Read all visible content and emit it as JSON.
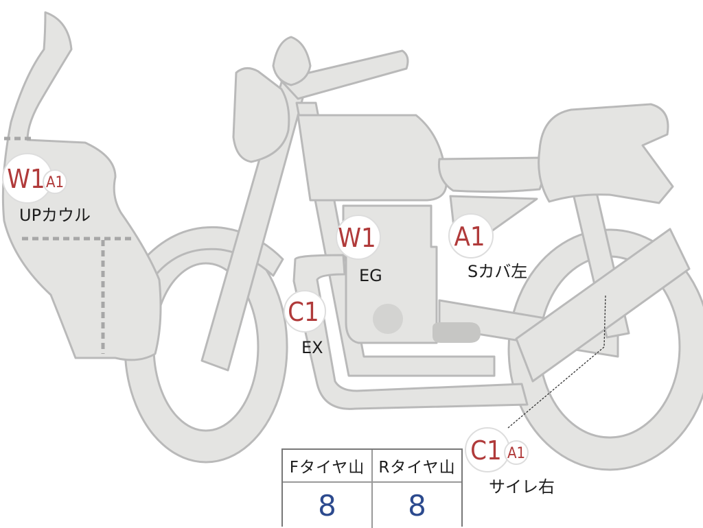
{
  "colors": {
    "body_fill": "#e4e4e2",
    "body_stroke": "#b9b9b9",
    "marker_red": "#b03a3a",
    "value_blue": "#2c4a8e",
    "dash_gray": "#a7a7a7"
  },
  "markers": {
    "upcowl": {
      "grade": "W1",
      "sub": "A1",
      "label": "UPカウル"
    },
    "eg": {
      "grade": "W1",
      "label": "EG"
    },
    "scover": {
      "grade": "A1",
      "label": "Sカバ左"
    },
    "ex": {
      "grade": "C1",
      "label": "EX"
    },
    "muffler": {
      "grade": "C1",
      "sub": "A1",
      "label": "サイレ右"
    }
  },
  "tire_table": {
    "headers": [
      "Fタイヤ山",
      "Rタイヤ山"
    ],
    "values": [
      "8",
      "8"
    ]
  }
}
